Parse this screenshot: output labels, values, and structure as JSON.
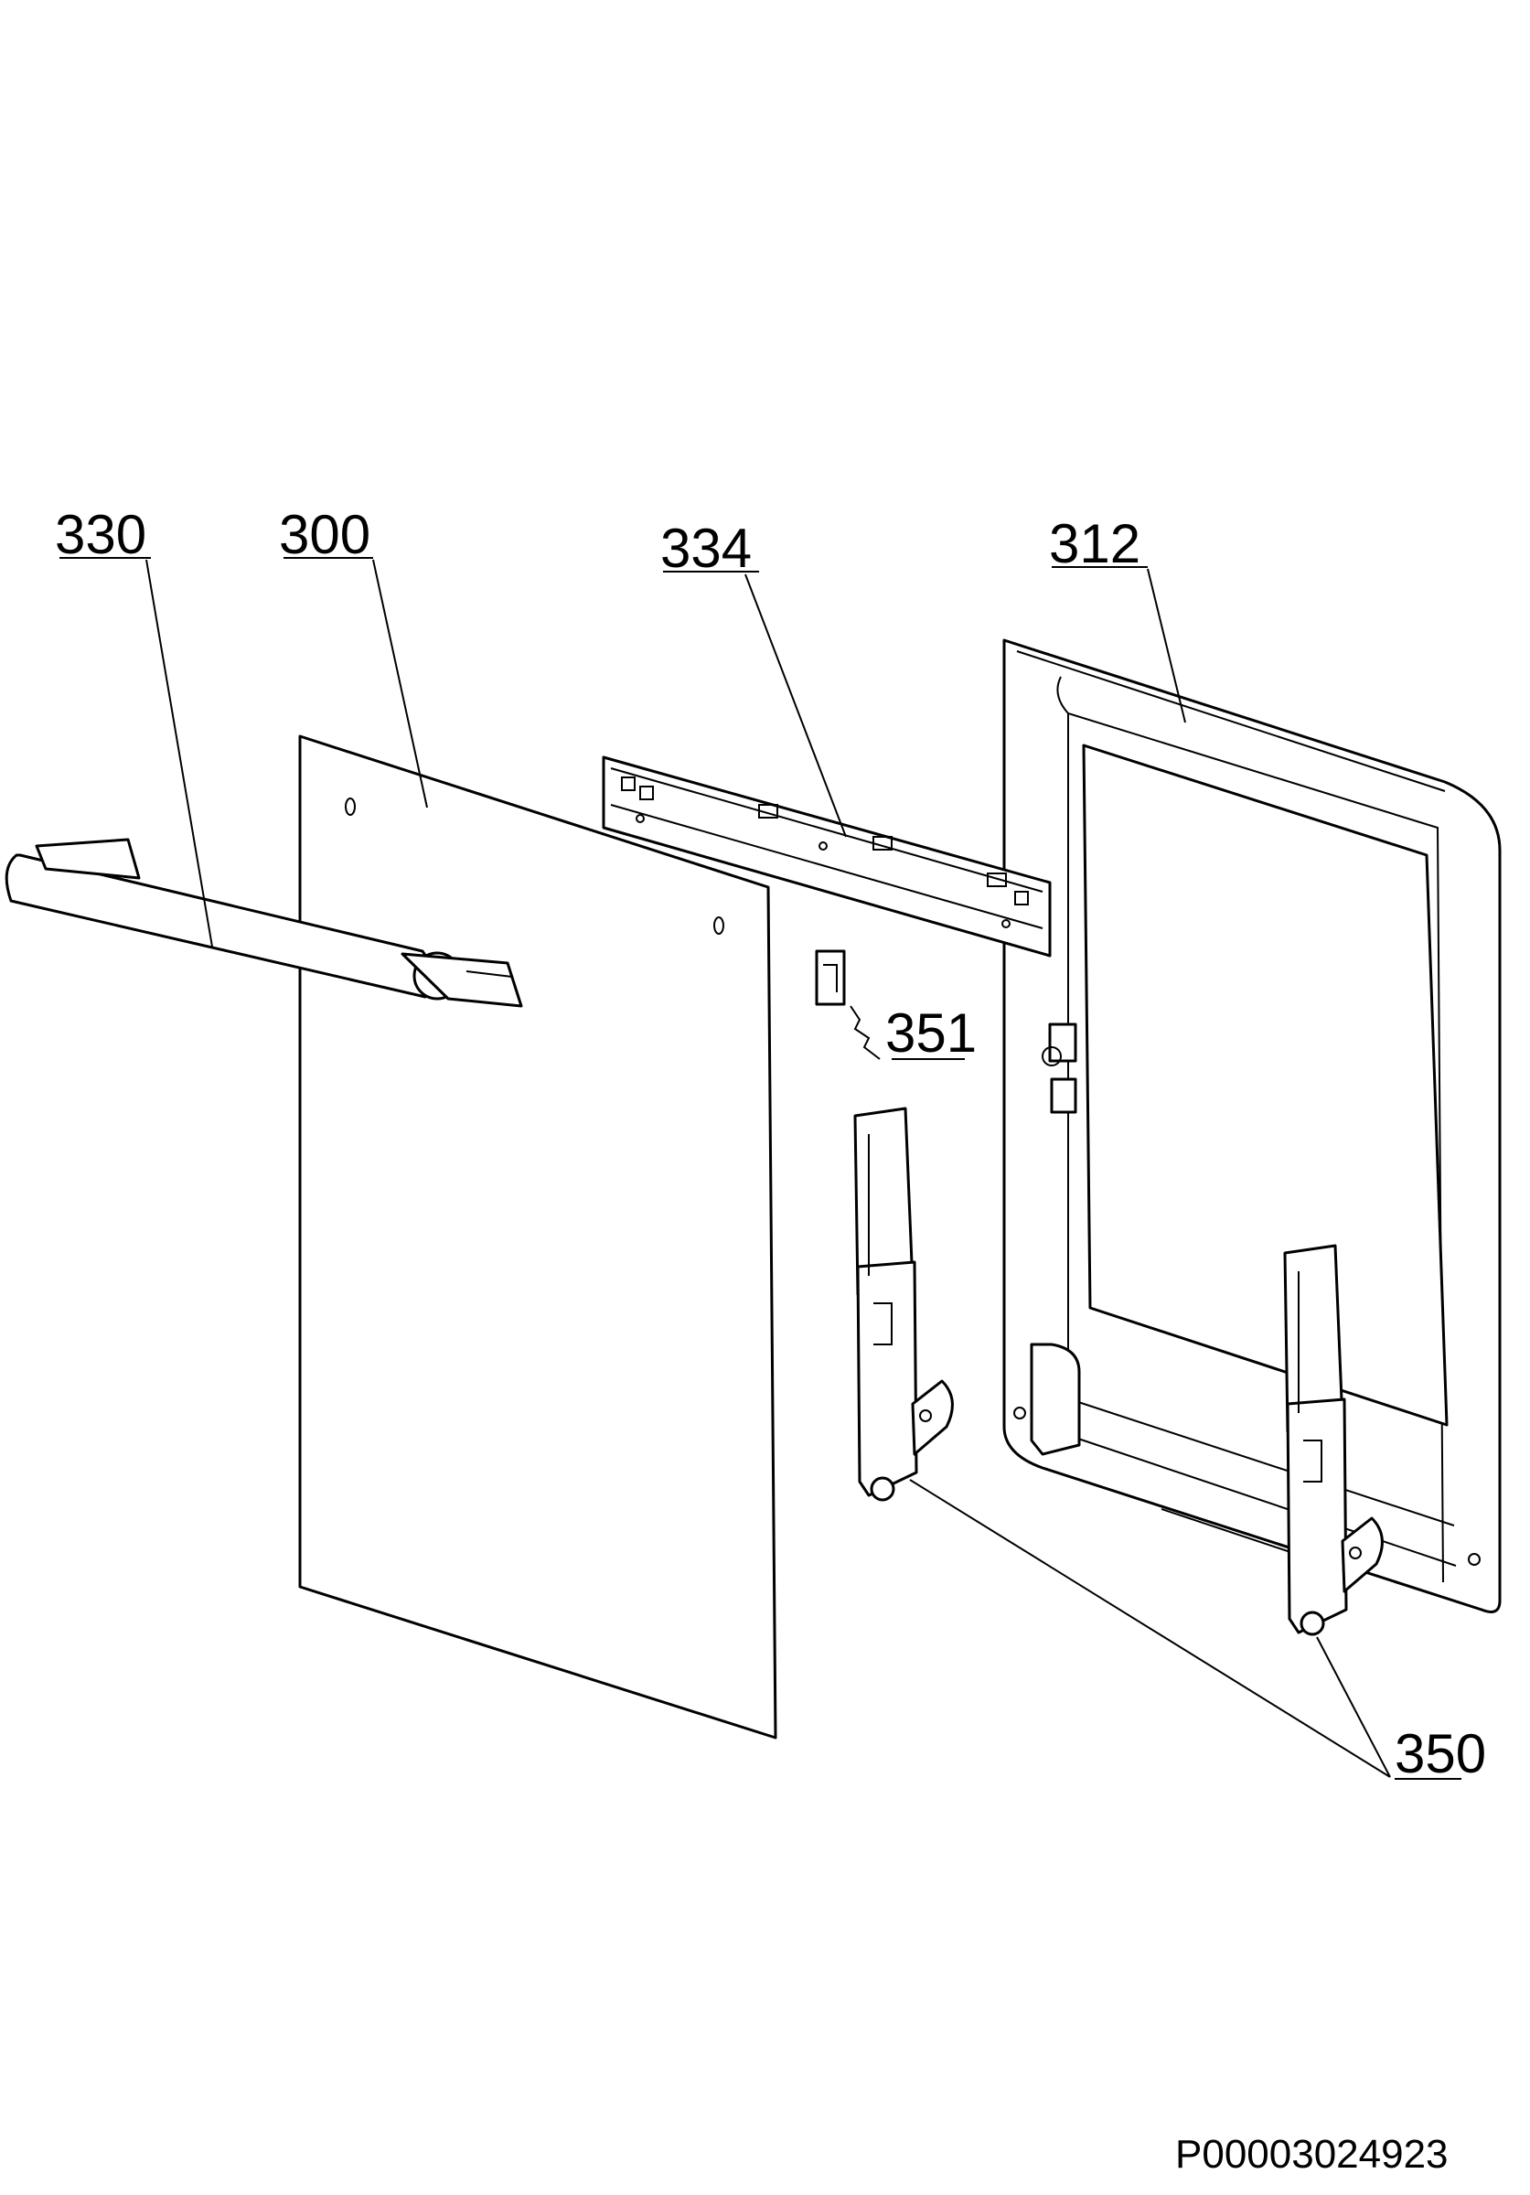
{
  "diagram": {
    "callouts": [
      {
        "id": "handle",
        "label": "330"
      },
      {
        "id": "front-glass",
        "label": "300"
      },
      {
        "id": "top-profile",
        "label": "334"
      },
      {
        "id": "door-frame",
        "label": "312"
      },
      {
        "id": "hinge-pin",
        "label": "351"
      },
      {
        "id": "hinges",
        "label": "350"
      }
    ],
    "document_id": "P00003024923"
  }
}
